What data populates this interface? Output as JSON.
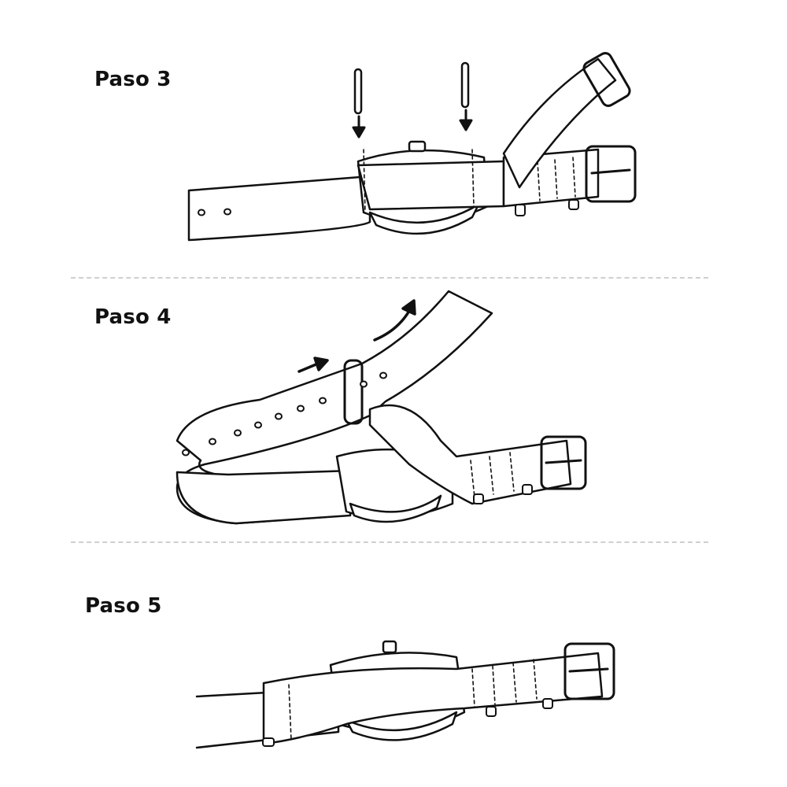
{
  "steps": [
    {
      "label": "Paso 3"
    },
    {
      "label": "Paso 4"
    },
    {
      "label": "Paso 5"
    }
  ],
  "colors": {
    "ink": "#111111",
    "fill": "#ffffff",
    "divider": "#cfcfcf"
  }
}
